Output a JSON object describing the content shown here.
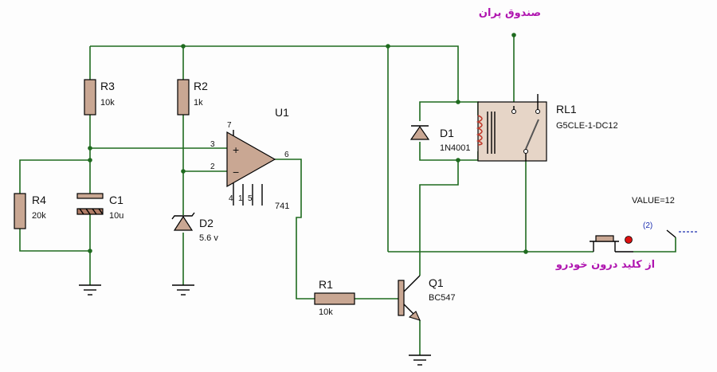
{
  "components": {
    "r3": {
      "ref": "R3",
      "value": "10k"
    },
    "r2": {
      "ref": "R2",
      "value": "1k"
    },
    "r4": {
      "ref": "R4",
      "value": "20k"
    },
    "c1": {
      "ref": "C1",
      "value": "10u"
    },
    "d2": {
      "ref": "D2",
      "value": "5.6 v"
    },
    "u1": {
      "ref": "U1",
      "value": "741",
      "pins": {
        "p3": "3",
        "p2": "2",
        "p6": "6",
        "p7": "7",
        "p4": "4",
        "p1": "1",
        "p5": "5"
      }
    },
    "d1": {
      "ref": "D1",
      "value": "1N4001"
    },
    "rl1": {
      "ref": "RL1",
      "value": "G5CLE-1-DC12"
    },
    "r1": {
      "ref": "R1",
      "value": "10k"
    },
    "q1": {
      "ref": "Q1",
      "value": "BC547"
    }
  },
  "labels": {
    "trunk": "صندوق پران",
    "switch": "از کلید درون خودرو",
    "source_value": "VALUE=12",
    "source_index": "(2)"
  },
  "opamp_signs": {
    "plus": "+",
    "minus": "−"
  }
}
